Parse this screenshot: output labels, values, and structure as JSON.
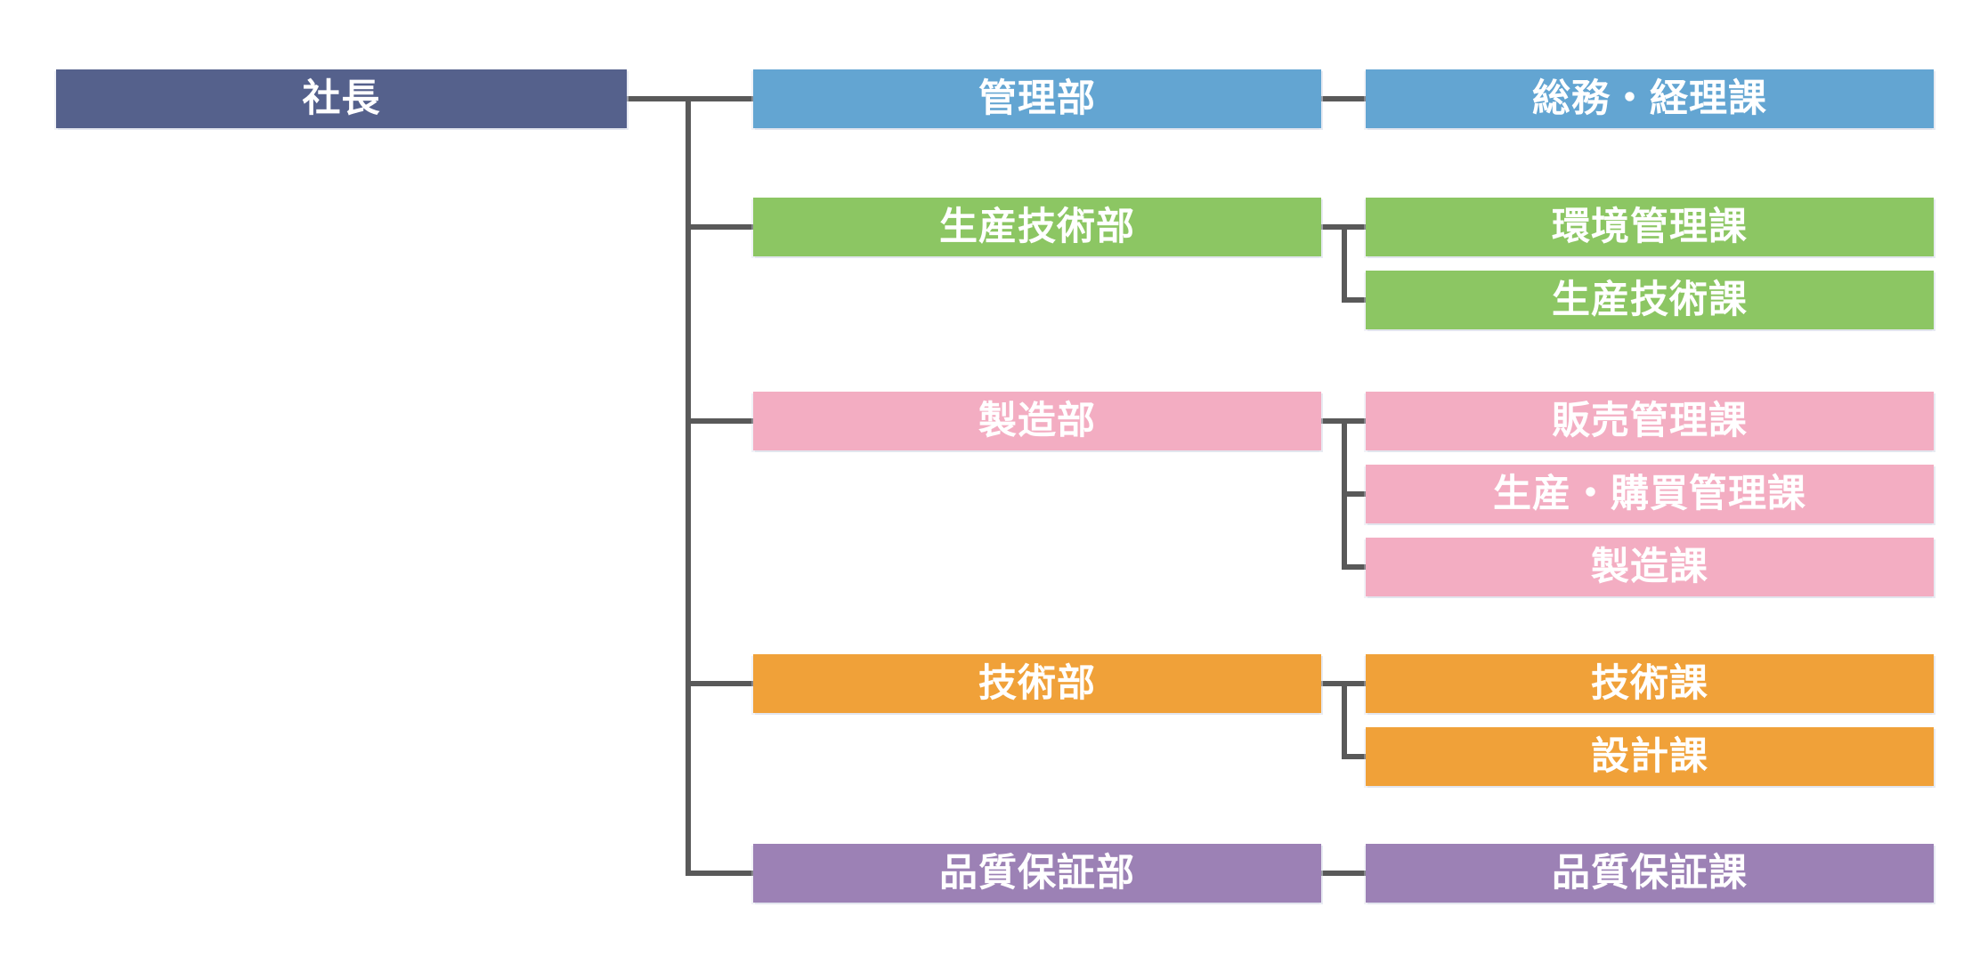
{
  "org_chart": {
    "background": "#ffffff",
    "connector_color": "#595959",
    "text_color": "#ffffff",
    "root": {
      "label": "社長",
      "color": "#55618C"
    },
    "departments": [
      {
        "label": "管理部",
        "color": "#63A5D2",
        "sections": [
          "総務・経理課"
        ]
      },
      {
        "label": "生産技術部",
        "color": "#8CC663",
        "sections": [
          "環境管理課",
          "生産技術課"
        ]
      },
      {
        "label": "製造部",
        "color": "#F3ADC2",
        "sections": [
          "販売管理課",
          "生産・購買管理課",
          "製造課"
        ]
      },
      {
        "label": "技術部",
        "color": "#F0A139",
        "sections": [
          "技術課",
          "設計課"
        ]
      },
      {
        "label": "品質保証部",
        "color": "#9C81B5",
        "sections": [
          "品質保証課"
        ]
      }
    ]
  }
}
